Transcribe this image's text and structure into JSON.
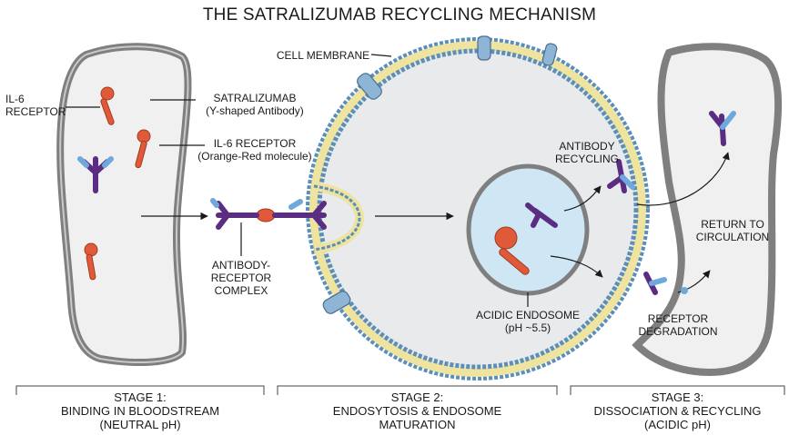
{
  "title": "THE SATRALIZUMAB RECYCLING MECHANISM",
  "labels": {
    "il6_receptor_left": [
      "IL-6",
      "RECEPTOR"
    ],
    "satralizumab": [
      "SATRALIZUMAB",
      "(Y-shaped Antibody)"
    ],
    "il6_receptor_desc": [
      "IL-6 RECEPTOR",
      "(Orange-Red molecule)"
    ],
    "complex": [
      "ANTIBODY-",
      "RECEPTOR",
      "COMPLEX"
    ],
    "cell_membrane": "CELL MEMBRANE",
    "antibody_recycling": [
      "ANTIBODY",
      "RECYCLING"
    ],
    "acidic_endosome": [
      "ACIDIC ENDOSOME",
      "(pH ~5.5)"
    ],
    "return_to_circulation": [
      "RETURN TO",
      "CIRCULATION"
    ],
    "receptor_degradation": [
      "RECEPTOR",
      "DEGRADATION"
    ]
  },
  "stages": [
    {
      "label": "STAGE 1:",
      "line1": "BINDING IN BLOODSTREAM",
      "line2": "(NEUTRAL pH)"
    },
    {
      "label": "STAGE 2:",
      "line1": "ENDOSYTOSIS & ENDOSOME",
      "line2": "MATURATION"
    },
    {
      "label": "STAGE 3:",
      "line1": "DISSOCIATION & RECYCLING",
      "line2": "(ACIDIC pH)"
    }
  ],
  "colors": {
    "antibody_purple": "#5a2d82",
    "antibody_blue": "#6fa8dc",
    "receptor_red": "#e05a3a",
    "membrane_blue": "#5b8fb9",
    "membrane_yellow": "#efe3a0",
    "endosome_fill": "#cfe6f5",
    "vessel_fill": "#f0f0f0"
  }
}
